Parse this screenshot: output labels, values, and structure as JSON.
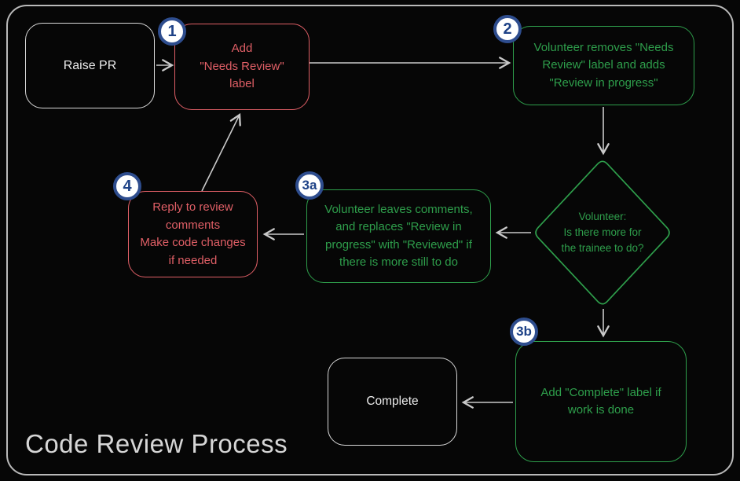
{
  "title": "Code Review Process",
  "colors": {
    "red_node": "#e05f66",
    "green_node": "#2e9e4b",
    "neutral_node": "#d8d8d8",
    "arrow": "#c9c9c9",
    "badge_border": "#2e4d8e",
    "badge_text": "#1e4287",
    "badge_background": "#ffffff",
    "title_text": "#d6d6d6",
    "background": "#060606"
  },
  "nodes": {
    "raise_pr": {
      "label": "Raise PR"
    },
    "step1": {
      "badge": "1",
      "label": "Add\n\"Needs Review\"\nlabel"
    },
    "step2": {
      "badge": "2",
      "label": "Volunteer removes \"Needs\nReview\" label and adds\n\"Review in progress\""
    },
    "decision": {
      "label": "Volunteer:\nIs there more for\nthe trainee to do?"
    },
    "step3a": {
      "badge": "3a",
      "label": "Volunteer leaves comments,\nand replaces \"Review in\nprogress\" with \"Reviewed\" if\nthere is more still to do"
    },
    "step4": {
      "badge": "4",
      "label": "Reply to review\ncomments\nMake code changes\nif needed"
    },
    "step3b": {
      "badge": "3b",
      "label": "Add \"Complete\" label if\nwork is done"
    },
    "complete": {
      "label": "Complete"
    }
  }
}
